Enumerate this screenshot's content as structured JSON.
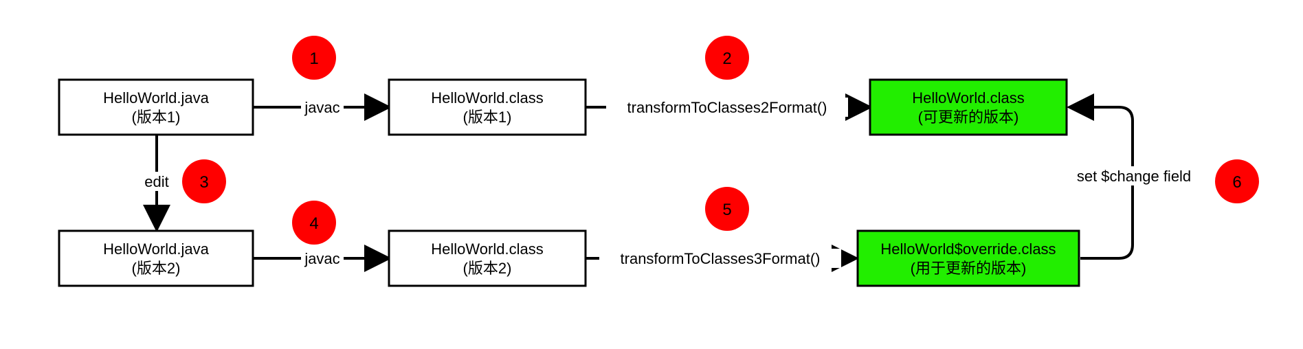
{
  "colors": {
    "box_fill": "#ffffff",
    "highlight_fill": "#22ee00",
    "stroke": "#000000",
    "badge_fill": "#ff0000",
    "label_bg": "#ffffff"
  },
  "nodes": {
    "java_v1": {
      "line1": "HelloWorld.java",
      "line2": "(版本1)"
    },
    "class_v1": {
      "line1": "HelloWorld.class",
      "line2": "(版本1)"
    },
    "class_updatable": {
      "line1": "HelloWorld.class",
      "line2": "(可更新的版本)"
    },
    "java_v2": {
      "line1": "HelloWorld.java",
      "line2": "(版本2)"
    },
    "class_v2": {
      "line1": "HelloWorld.class",
      "line2": "(版本2)"
    },
    "override_class": {
      "line1": "HelloWorld$override.class",
      "line2": "(用于更新的版本)"
    }
  },
  "edges": {
    "javac_1": "javac",
    "transform_2": "transformToClasses2Format()",
    "edit": "edit",
    "javac_2": "javac",
    "transform_3": "transformToClasses3Format()",
    "set_change": "set $change field"
  },
  "badges": {
    "b1": "1",
    "b2": "2",
    "b3": "3",
    "b4": "4",
    "b5": "5",
    "b6": "6"
  }
}
